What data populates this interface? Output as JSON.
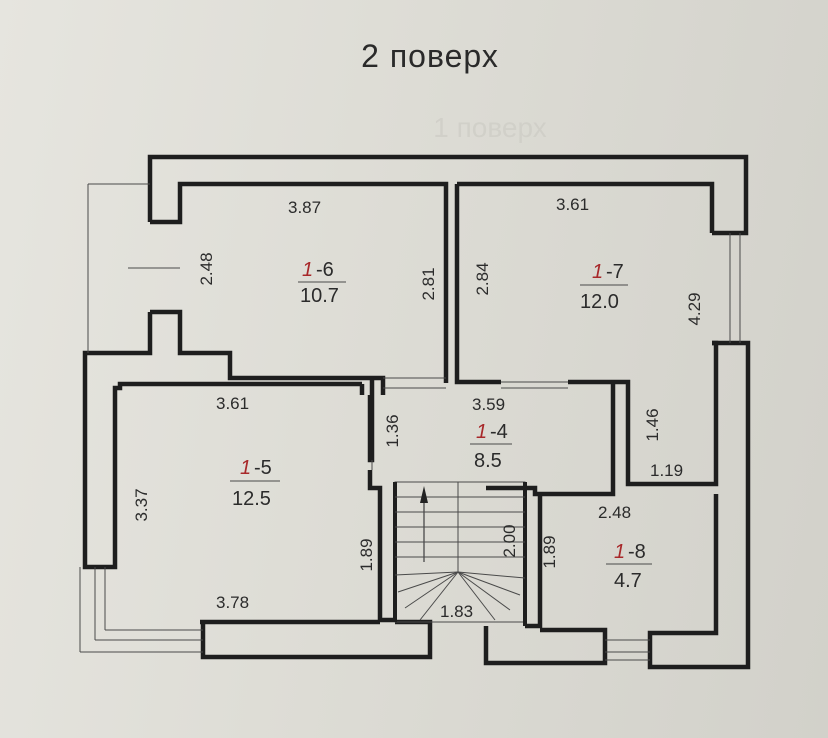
{
  "title": "2  поверх",
  "ghost_title": "1  поверх",
  "rooms": [
    {
      "id": "r6",
      "num_prefix": "1",
      "num_suffix": "-6",
      "area": "10.7"
    },
    {
      "id": "r7",
      "num_prefix": "1",
      "num_suffix": "-7",
      "area": "12.0"
    },
    {
      "id": "r4",
      "num_prefix": "1",
      "num_suffix": "-4",
      "area": "8.5"
    },
    {
      "id": "r5",
      "num_prefix": "1",
      "num_suffix": "-5",
      "area": "12.5"
    },
    {
      "id": "r8",
      "num_prefix": "1",
      "num_suffix": "-8",
      "area": "4.7"
    }
  ],
  "dims": {
    "r6_top": "3.87",
    "r6_left": "2.48",
    "r6_right": "2.81",
    "r7_top": "3.61",
    "r7_left": "2.84",
    "r7_right": "4.29",
    "r4_top": "3.59",
    "r4_left": "1.36",
    "r7_low": "1.46",
    "r7_low_w": "1.19",
    "r5_top": "3.61",
    "r5_left": "3.37",
    "r5_right": "1.89",
    "r5_bottom": "3.78",
    "r8_top": "2.48",
    "r8_left": "1.89",
    "stair_h": "2.00",
    "stair_w": "1.83"
  }
}
